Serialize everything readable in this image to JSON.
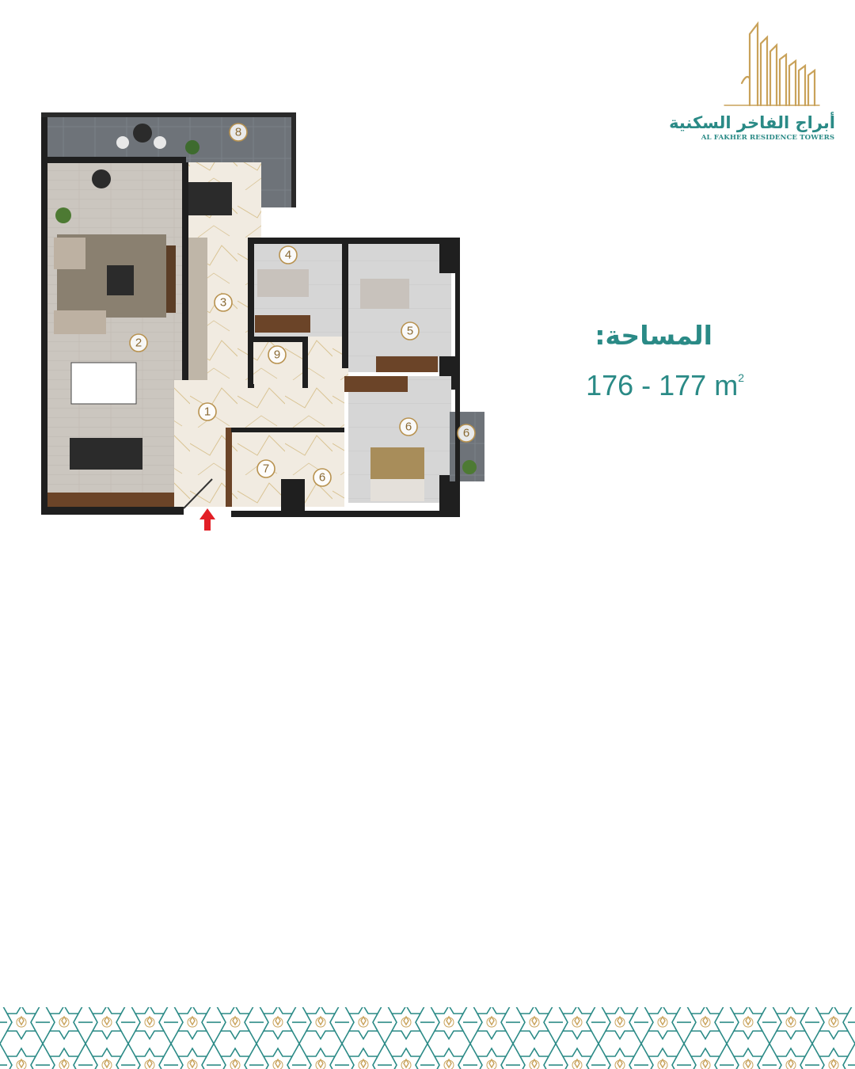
{
  "brand": {
    "name_ar": "أبراج الفاخر السكنية",
    "name_en": "AL FAKHER RESIDENCE TOWERS",
    "logo_icon": "towers-logo-icon",
    "gold_color": "#c9a25a",
    "teal_color": "#2a8a86"
  },
  "area": {
    "label": "المساحة:",
    "value": "176 - 177 m",
    "unit_sup": "2"
  },
  "floorplan": {
    "rooms": [
      {
        "label": "1"
      },
      {
        "label": "2"
      },
      {
        "label": "3"
      },
      {
        "label": "4"
      },
      {
        "label": "5"
      },
      {
        "label": "6"
      },
      {
        "label": "6"
      },
      {
        "label": "6"
      },
      {
        "label": "7"
      },
      {
        "label": "8"
      },
      {
        "label": "9"
      }
    ],
    "entrance_icon": "red-arrow-up-icon"
  },
  "footer": {
    "pattern_icon": "islamic-geometric-pattern-icon"
  }
}
